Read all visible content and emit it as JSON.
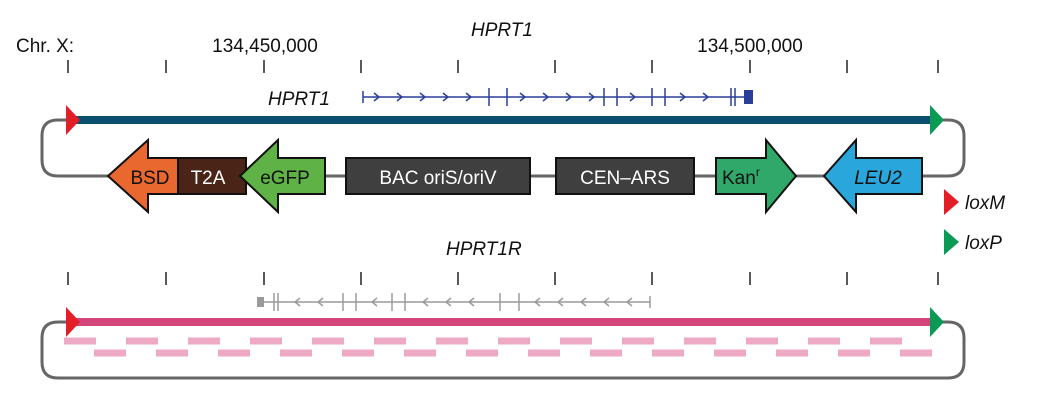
{
  "top": {
    "chr_label": "Chr. X:",
    "gene_title": "HPRT1",
    "coord_left": "134,450,000",
    "coord_right": "134,500,000",
    "gene_track_label": "HPRT1",
    "gene_color": "#2a3f9a",
    "backbone_color": "#0c4e6e"
  },
  "cassette": {
    "bsd": "BSD",
    "t2a": "T2A",
    "egfp": "eGFP",
    "bac": "BAC oriS/oriV",
    "cen": "CEN–ARS",
    "kan": "Kan",
    "kan_sup": "r",
    "leu2": "LEU2",
    "colors": {
      "bsd": "#e8682f",
      "t2a": "#4a2416",
      "egfp": "#5fb346",
      "box": "#3f3f3f",
      "kan": "#2fa86a",
      "leu2": "#29a6dc"
    }
  },
  "legend": {
    "loxm": "loxM",
    "loxp": "loxP",
    "loxm_color": "#e21f26",
    "loxp_color": "#0a9a55"
  },
  "bottom": {
    "gene_title": "HPRT1R",
    "backbone_color": "#d1457a",
    "dash_color": "#eeaac4",
    "gene_color": "#9a9a9a"
  }
}
